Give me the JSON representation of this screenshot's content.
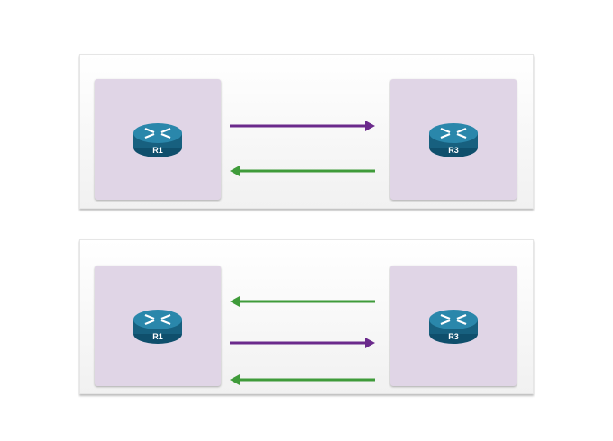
{
  "colors": {
    "purple": "#6b2a8c",
    "green": "#3f9b3a",
    "box": "#e0d5e6",
    "router": "#1b6a8c"
  },
  "diagrams": [
    {
      "left": {
        "label": "R1",
        "icon": "router-icon"
      },
      "right": {
        "label": "R3",
        "icon": "router-icon"
      },
      "arrows": [
        {
          "direction": "right",
          "color": "purple"
        },
        {
          "direction": "left",
          "color": "green"
        }
      ]
    },
    {
      "left": {
        "label": "R1",
        "icon": "router-icon"
      },
      "right": {
        "label": "R3",
        "icon": "router-icon"
      },
      "arrows": [
        {
          "direction": "left",
          "color": "green"
        },
        {
          "direction": "right",
          "color": "purple"
        },
        {
          "direction": "left",
          "color": "green"
        }
      ]
    }
  ]
}
